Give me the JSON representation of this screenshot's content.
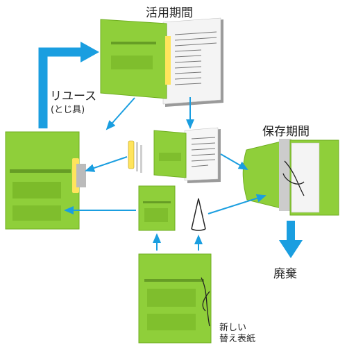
{
  "labels": {
    "usage_period": "活用期間",
    "reuse": "リユース",
    "reuse_sub": "(とじ具)",
    "storage_period": "保存期間",
    "disposal": "廃棄",
    "new_cover_line1": "新しい",
    "new_cover_line2": "替え表紙"
  },
  "colors": {
    "folder_green": "#8fcf3a",
    "arrow_blue": "#1a9ee0"
  }
}
